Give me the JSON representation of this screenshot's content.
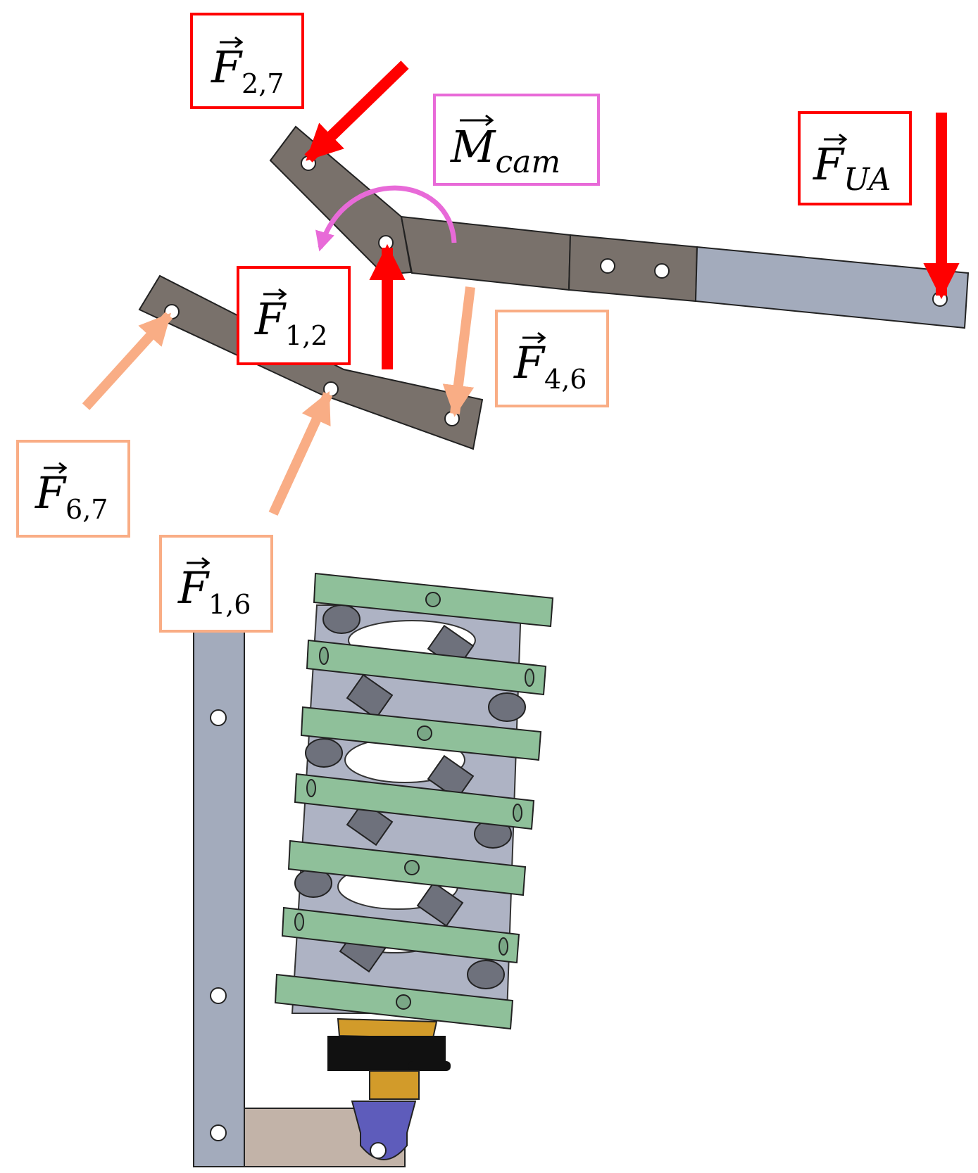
{
  "colors": {
    "red_force": "#ff0000",
    "orange_force": "#f9ad85",
    "magenta_moment": "#e86ad8",
    "link_dark": "#79716b",
    "link_steel": "#a3abbc",
    "plate_green": "#8fc09a",
    "hinge_gray": "#8c8e98",
    "base_tan": "#c2b3a8",
    "clevis_blue": "#5e5cbb",
    "nut_gold": "#d29b2a"
  },
  "labels": {
    "f27": {
      "symbol": "F",
      "sub": "2,7"
    },
    "mcam": {
      "symbol": "M",
      "sub": "cam"
    },
    "fua": {
      "symbol": "F",
      "sub": "UA"
    },
    "f12": {
      "symbol": "F",
      "sub": "1,2"
    },
    "f46": {
      "symbol": "F",
      "sub": "4,6"
    },
    "f67": {
      "symbol": "F",
      "sub": "6,7"
    },
    "f16": {
      "symbol": "F",
      "sub": "1,6"
    }
  },
  "icons": {
    "vector_arrow": "right-arrow-overline",
    "moment_arrow": "curved-arrow-counterclockwise"
  }
}
